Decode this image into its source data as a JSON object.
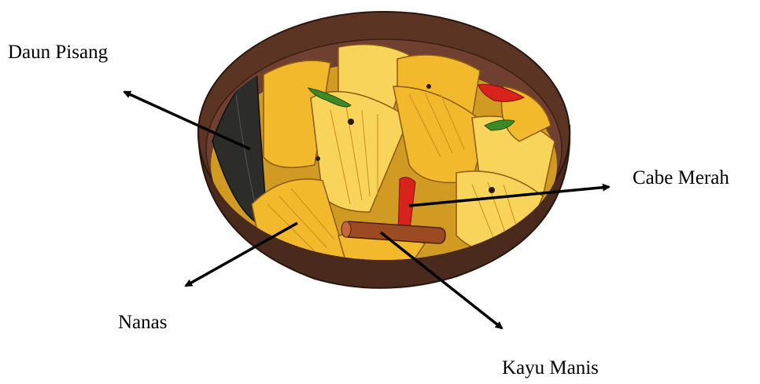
{
  "labels": {
    "daun_pisang": "Daun Pisang",
    "cabe_merah": "Cabe Merah",
    "nanas": "Nanas",
    "kayu_manis": "Kayu Manis"
  },
  "colors": {
    "bowl_rim": "#5b3424",
    "bowl_inner": "#6f4030",
    "bowl_outer": "#4a2a1c",
    "pineapple": "#f3b92c",
    "pineapple_light": "#f8d45a",
    "pineapple_dark": "#c98e1a",
    "banana_leaf": "#2c2c2a",
    "chili_red": "#d8231c",
    "chili_green": "#3c8a26",
    "cinnamon": "#9c4a22",
    "arrow": "#000000"
  },
  "icons": {
    "bowl": "bowl-illustration",
    "arrow": "arrow-pointer"
  }
}
